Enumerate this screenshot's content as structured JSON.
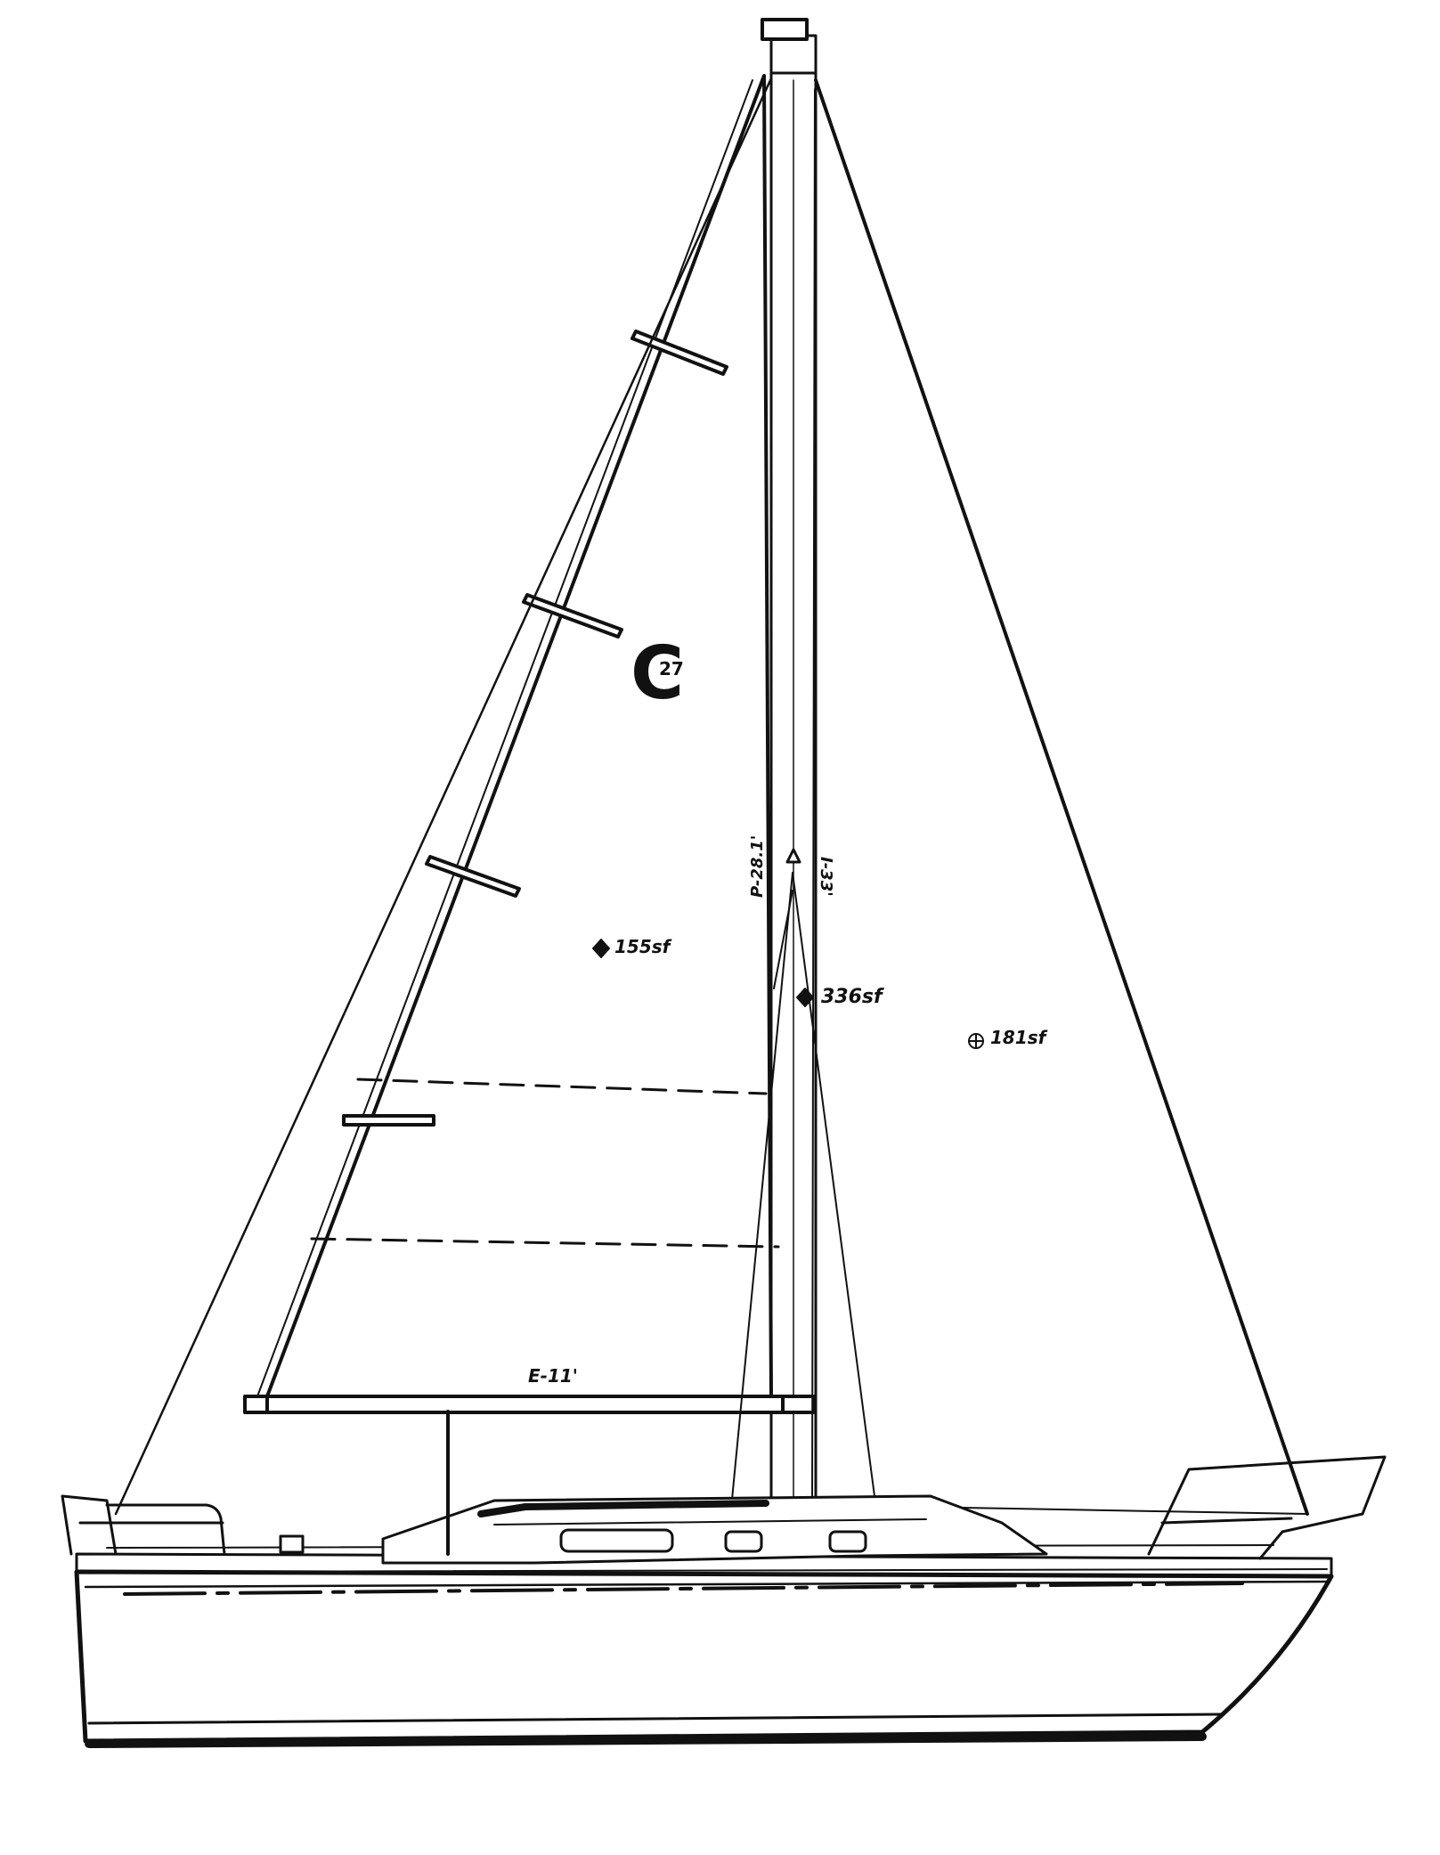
{
  "diagram": {
    "logo": {
      "letter": "C",
      "number": "27"
    },
    "labels": {
      "mainsail_area": "155sf",
      "sail_area_total": "336sf",
      "jib_area": "181sf",
      "mast_dimension_p": "P-28.1'",
      "mast_dimension_i": "I-33'",
      "boom_dimension_e": "E-11'"
    },
    "colors": {
      "ink": "#111111",
      "paper": "#ffffff"
    }
  }
}
